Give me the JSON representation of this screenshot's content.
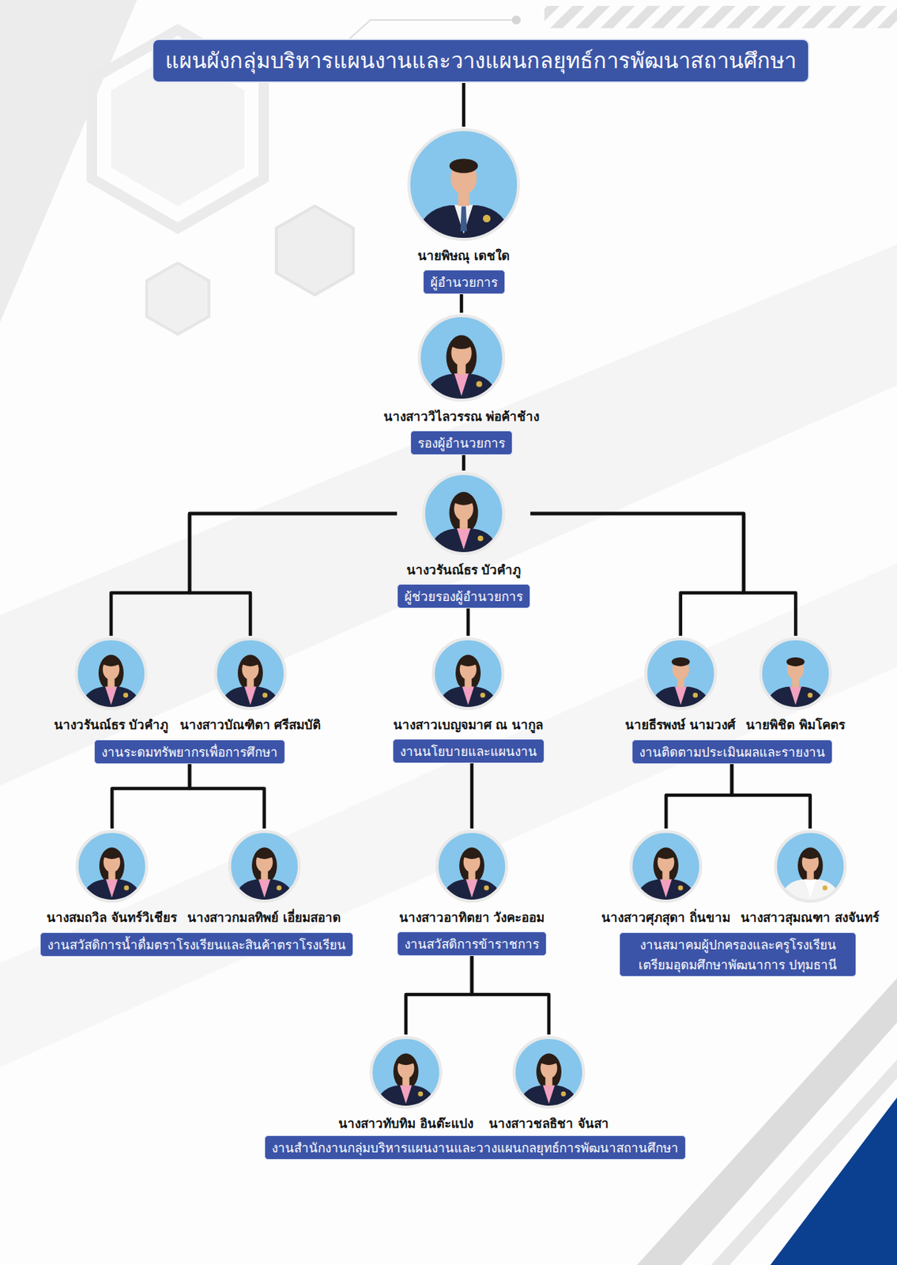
{
  "diagram": {
    "nodes": [
      {
        "text": [
          "แผนผังกลุ่มบริหารแผนงานและวางแผนกลยุทธ์การพัฒนาสถานศึกษา"
        ]
      },
      {
        "text": [
          "นายพิษณุ เดชใด",
          "ผู้อำนวยการ"
        ]
      },
      {
        "text": [
          "นางสาววิไลวรรณ พ่อค้าช้าง",
          "รองผู้อำนวยการ"
        ]
      },
      {
        "text": [
          "นางวรันณ์ธร บัวคำภู",
          "ผู้ช่วยรองผู้อำนวยการ"
        ]
      },
      {
        "text": [
          "นางวรันณ์ธร บัวคำภู"
        ]
      },
      {
        "text": [
          "นางสาวบัณฑิตา ศรีสมบัติ"
        ]
      },
      {
        "text": [
          "งานระดมทรัพยากรเพื่อการศึกษา"
        ]
      },
      {
        "text": [
          "นางสาวเบญจมาศ ณ นากูล",
          "งานนโยบายและแผนงาน"
        ]
      },
      {
        "text": [
          "นายธีรพงษ์ นามวงศ์"
        ]
      },
      {
        "text": [
          "นายพิชิต พิมโคตร"
        ]
      },
      {
        "text": [
          "งานติดตามประเมินผลและรายงาน"
        ]
      },
      {
        "text": [
          "นางสมถวิล จันทร์วิเชียร"
        ]
      },
      {
        "text": [
          "นางสาวกมลทิพย์ เอี่ยมสอาด"
        ]
      },
      {
        "text": [
          "งานสวัสดิการน้ำดื่มตราโรงเรียนและสินค้าตราโรงเรียน"
        ]
      },
      {
        "text": [
          "นางสาวอาทิตยา วังคะออม",
          "งานสวัสดิการข้าราชการ"
        ]
      },
      {
        "text": [
          "นางสาวศุภสุดา ถิ่นขาม"
        ]
      },
      {
        "text": [
          "นางสาวสุมณฑา สงจันทร์"
        ]
      },
      {
        "text": [
          "งานสมาคมผู้ปกครองและครูโรงเรียน เตรียมอุดมศึกษาพัฒนาการ ปทุมธานี"
        ]
      },
      {
        "text": [
          "นางสาวทับทิม อินต๊ะแปง"
        ]
      },
      {
        "text": [
          "นางสาวชลธิชา จันสา"
        ]
      },
      {
        "text": [
          "งานสำนักงานกลุ่มบริหารแผนงานและวางแผนกลยุทธ์การพัฒนาสถานศึกษา"
        ]
      }
    ],
    "edges": [
      {
        "from": 0,
        "to": 1,
        "arrow": "none"
      },
      {
        "from": 1,
        "to": 2,
        "arrow": "none"
      },
      {
        "from": 2,
        "to": 3,
        "arrow": "none"
      },
      {
        "from": 3,
        "to": 4,
        "arrow": "none"
      },
      {
        "from": 3,
        "to": 5,
        "arrow": "none"
      },
      {
        "from": 3,
        "to": 7,
        "arrow": "none"
      },
      {
        "from": 3,
        "to": 8,
        "arrow": "none"
      },
      {
        "from": 3,
        "to": 9,
        "arrow": "none"
      },
      {
        "from": 6,
        "to": 11,
        "arrow": "none"
      },
      {
        "from": 6,
        "to": 12,
        "arrow": "none"
      },
      {
        "from": 7,
        "to": 14,
        "arrow": "none"
      },
      {
        "from": 10,
        "to": 15,
        "arrow": "none"
      },
      {
        "from": 10,
        "to": 16,
        "arrow": "none"
      },
      {
        "from": 14,
        "to": 18,
        "arrow": "none"
      },
      {
        "from": 14,
        "to": 19,
        "arrow": "none"
      }
    ]
  }
}
